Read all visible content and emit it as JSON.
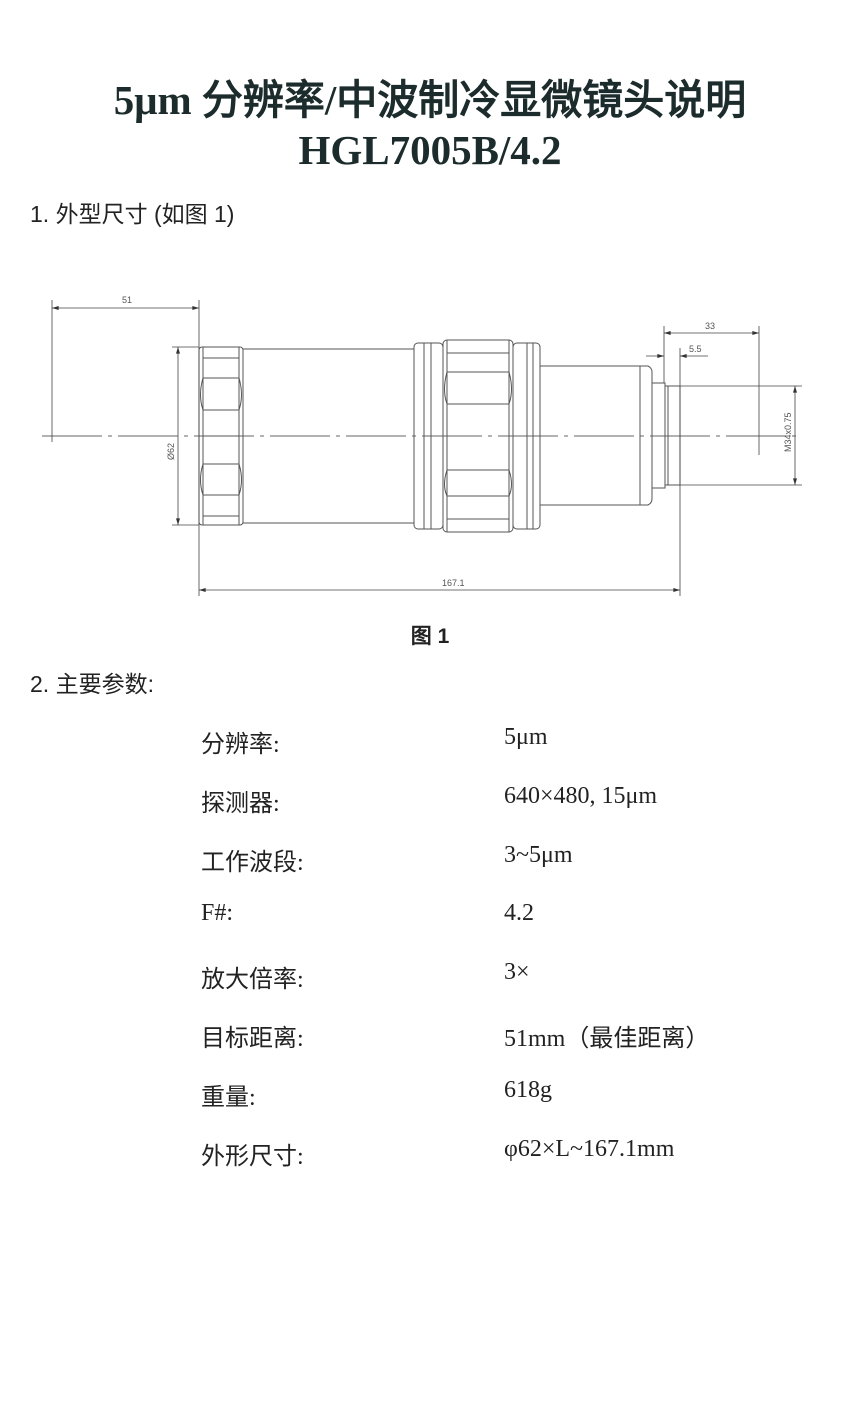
{
  "document": {
    "title_line1": "5μm 分辨率/中波制冷显微镜头说明",
    "title_line2": "HGL7005B/4.2"
  },
  "section1": {
    "heading": "1. 外型尺寸 (如图 1)",
    "figure": {
      "caption": "图 1",
      "dimensions": {
        "working_distance": "51",
        "diameter": "Ø62",
        "total_length": "167.1",
        "rear_length": "33",
        "flange": "5.5",
        "thread": "M34x0.75"
      }
    }
  },
  "section2": {
    "heading": "2. 主要参数:",
    "params": [
      {
        "label": "分辨率:",
        "value": "5μm"
      },
      {
        "label": "探测器:",
        "value": "640×480, 15μm"
      },
      {
        "label": "工作波段:",
        "value": "3~5μm"
      },
      {
        "label": "F#:",
        "value": "4.2"
      },
      {
        "label": "放大倍率:",
        "value": "3×"
      },
      {
        "label": "目标距离:",
        "value": "51mm（最佳距离）"
      },
      {
        "label": "重量:",
        "value": "618g"
      },
      {
        "label": "外形尺寸:",
        "value": "φ62×L~167.1mm"
      }
    ]
  }
}
